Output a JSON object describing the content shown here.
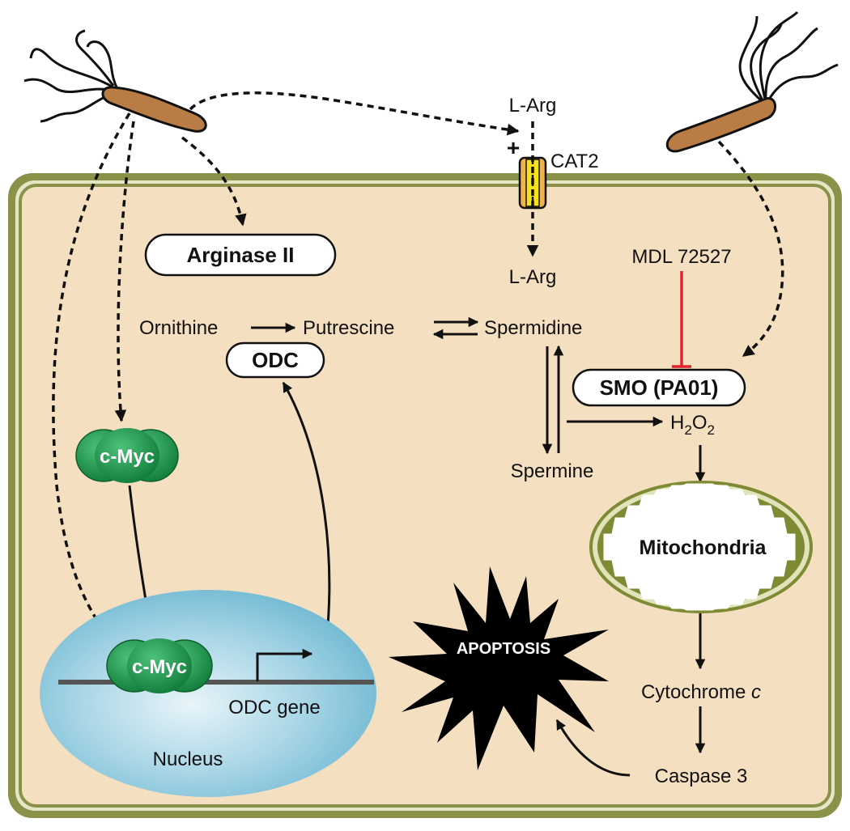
{
  "labels": {
    "l_arg_outside": "L-Arg",
    "cat2": "CAT2",
    "plus_sign": "+",
    "l_arg_inside": "L-Arg",
    "mdl": "MDL 72527",
    "ornithine": "Ornithine",
    "putrescine": "Putrescine",
    "spermidine": "Spermidine",
    "spermine": "Spermine",
    "h2o2_h": "H",
    "h2o2_sub1": "2",
    "h2o2_o": "O",
    "h2o2_sub2": "2",
    "cytochrome": "Cytochrome ",
    "cytochrome_italic": "c",
    "caspase": "Caspase 3",
    "odc_gene": "ODC gene",
    "nucleus": "Nucleus"
  },
  "boxes": {
    "arginase": "Arginase II",
    "odc": "ODC",
    "smo": "SMO (PA01)",
    "cmyc_cytoplasm": "c-Myc",
    "cmyc_nucleus": "c-Myc",
    "mitochondria": "Mitochondria",
    "apoptosis": "APOPTOSIS"
  },
  "colors": {
    "cytoplasm": "#f5dfc1",
    "membrane": "#8b9148",
    "bacterium": "#b97c45",
    "nucleus": "#8fcbe0",
    "cmyc": "#1f9a4f",
    "mito_outer": "#7f8a35",
    "inhibitor": "#e0242b",
    "channel": "#f5c623"
  }
}
